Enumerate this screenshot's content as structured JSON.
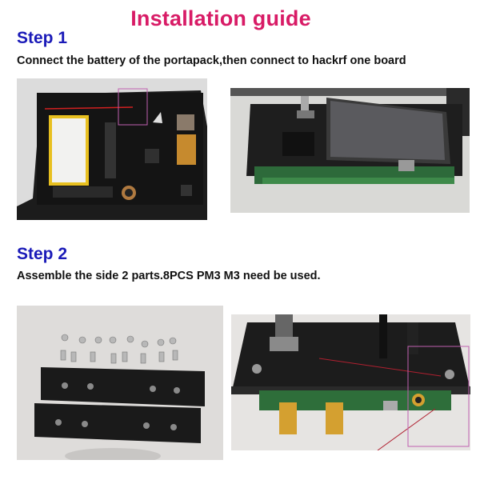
{
  "header": {
    "title": "Installation guide"
  },
  "steps": [
    {
      "label": "Step 1",
      "description": "Connect the battery of the portapack,then connect to hackrf one board",
      "images": [
        {
          "name": "portapack-battery-board-photo",
          "highlight": true
        },
        {
          "name": "portapack-on-hackrf-photo",
          "highlight": false
        }
      ]
    },
    {
      "label": "Step 2",
      "description": "Assemble the side 2 parts.8PCS PM3 M3 need be used.",
      "images": [
        {
          "name": "side-parts-and-screws-photo",
          "highlight": false
        },
        {
          "name": "assembled-side-closeup-photo",
          "highlight": true
        }
      ]
    }
  ],
  "colors": {
    "title": "#d81b66",
    "step_label": "#1a1ab8",
    "text": "#111111",
    "highlight_box": "#c060b0",
    "annotation_line": "#b02030"
  }
}
